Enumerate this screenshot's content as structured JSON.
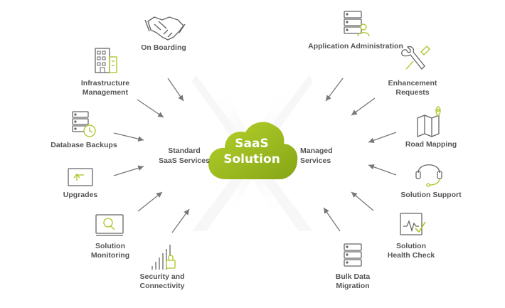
{
  "center": {
    "title": "SaaS\nSolution"
  },
  "left_hub": {
    "label": "Standard\nSaaS Services"
  },
  "right_hub": {
    "label": "Managed\nServices"
  },
  "left_items": [
    {
      "label": "On Boarding",
      "icon": "handshake-icon"
    },
    {
      "label": "Infrastructure\nManagement",
      "icon": "building-icon"
    },
    {
      "label": "Database Backups",
      "icon": "database-clock-icon"
    },
    {
      "label": "Upgrades",
      "icon": "upgrade-icon"
    },
    {
      "label": "Solution\nMonitoring",
      "icon": "monitor-search-icon"
    },
    {
      "label": "Security and\nConnectivity",
      "icon": "signal-lock-icon"
    }
  ],
  "right_items": [
    {
      "label": "Application Administration",
      "icon": "server-user-icon"
    },
    {
      "label": "Enhancement\nRequests",
      "icon": "wrench-pencil-icon"
    },
    {
      "label": "Road Mapping",
      "icon": "map-pin-icon"
    },
    {
      "label": "Solution Support",
      "icon": "headset-icon"
    },
    {
      "label": "Solution\nHealth Check",
      "icon": "health-check-icon"
    },
    {
      "label": "Bulk Data\nMigration",
      "icon": "server-stack-icon"
    }
  ],
  "colors": {
    "accent": "#a7c520",
    "accent_dark": "#8fb01a",
    "text": "#555555",
    "icon_stroke": "#666666",
    "arrow": "#777777"
  }
}
